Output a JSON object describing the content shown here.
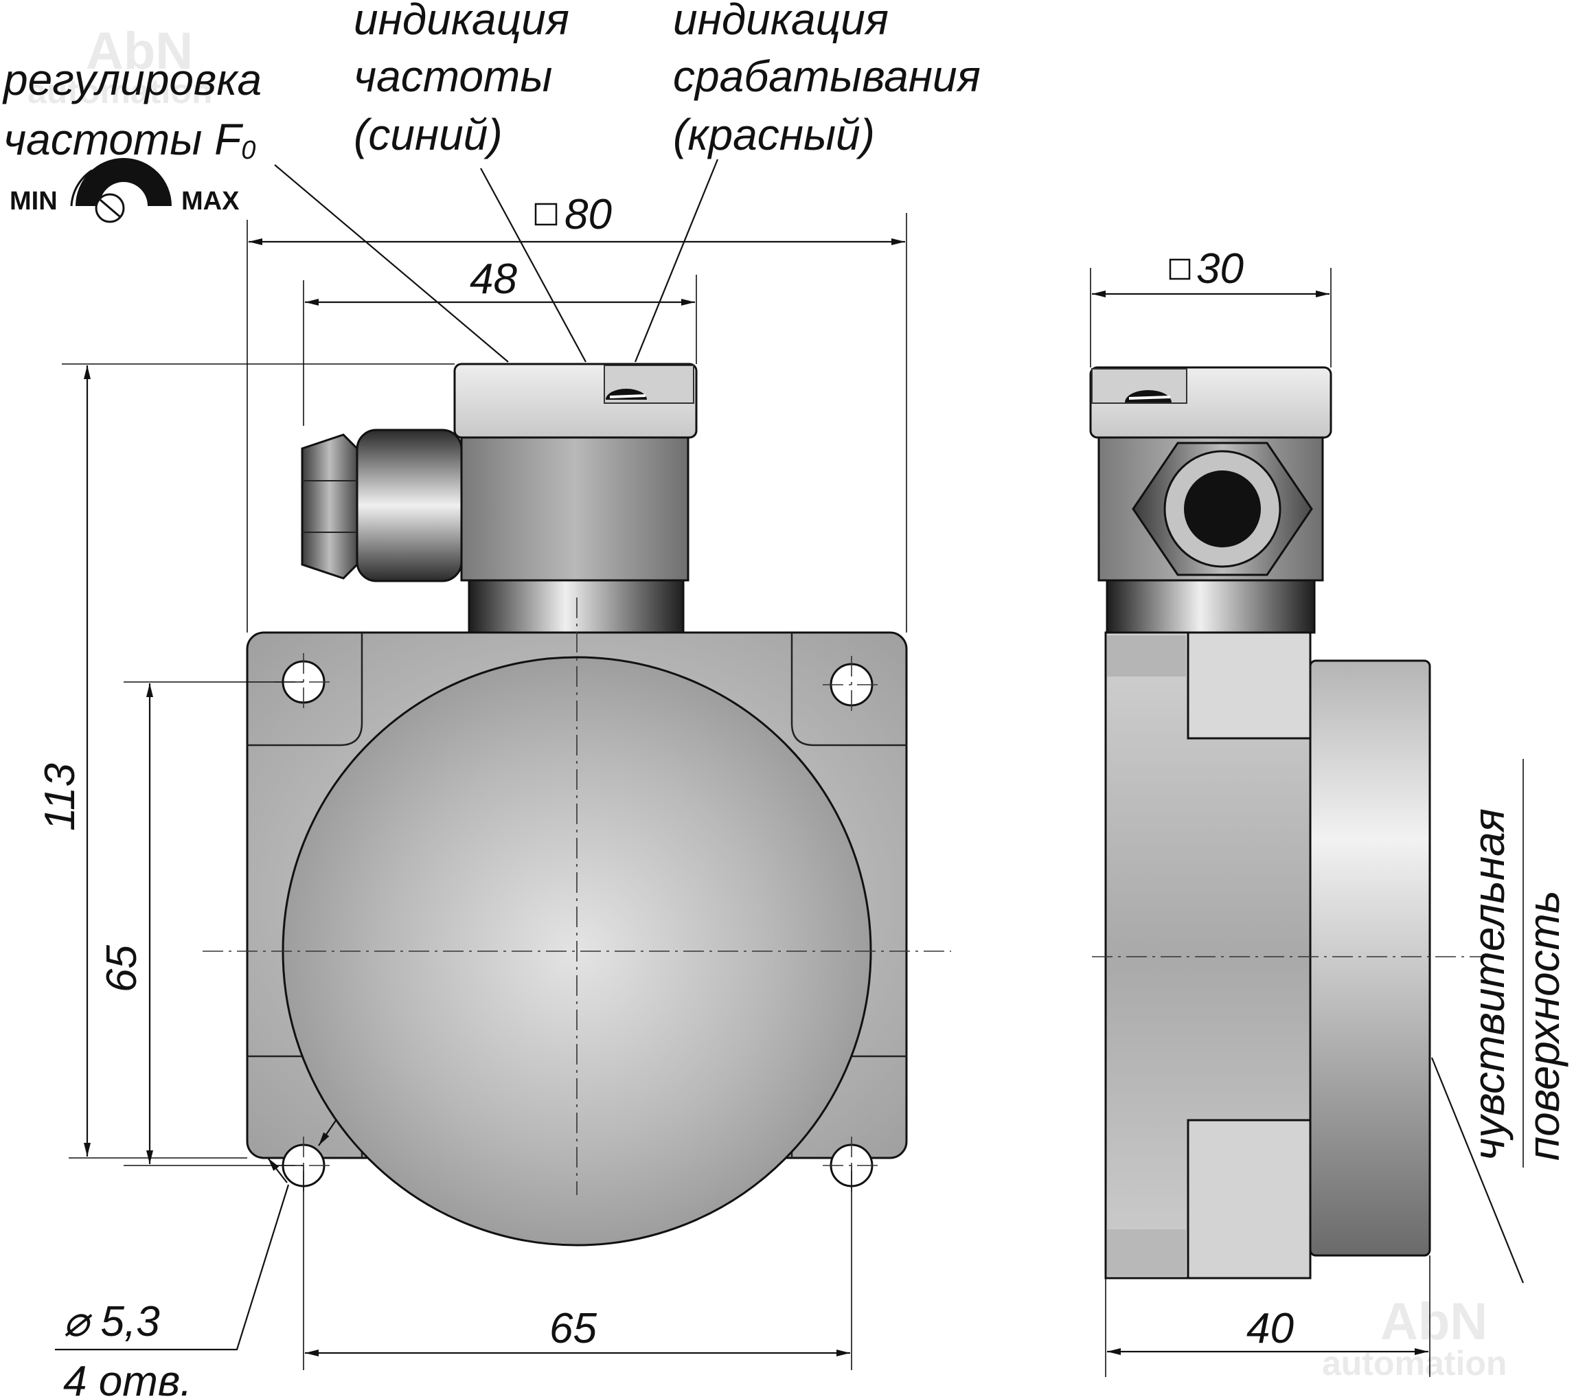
{
  "labels": {
    "freq_adjust_1": "регулировка",
    "freq_adjust_2": "частоты F",
    "freq_adjust_sub": "0",
    "knob_min": "MIN",
    "knob_max": "MAX",
    "freq_ind_1": "индикация",
    "freq_ind_2": "частоты",
    "freq_ind_3": "(синий)",
    "trig_ind_1": "индикация",
    "trig_ind_2": "срабатывания",
    "trig_ind_3": "(красный)",
    "sensing_1": "чувствительная",
    "sensing_2": "поверхность"
  },
  "dimensions": {
    "width_total": "80",
    "head_width": "48",
    "height_total": "113",
    "hole_pitch_vertical": "65",
    "hole_pitch_horizontal": "65",
    "side_head": "30",
    "side_depth": "40",
    "hole_diameter": "⌀ 5,3",
    "hole_count": "4 отв."
  },
  "watermark": {
    "brand": "AbN",
    "sub": "automation"
  },
  "colors": {
    "body_gray": "#b4b4b4",
    "head_light": "#dcdcdc",
    "line": "#111111"
  }
}
